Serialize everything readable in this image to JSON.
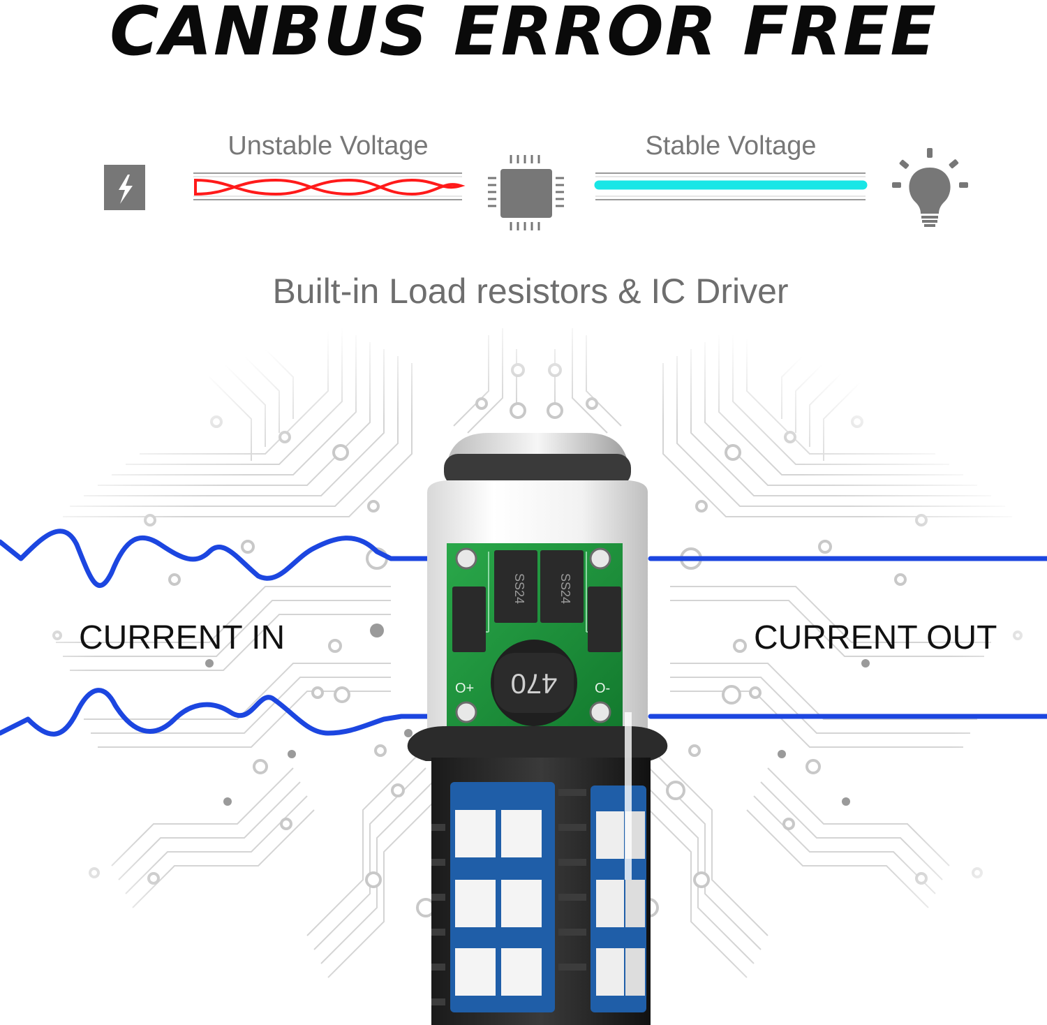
{
  "headline": "CANBUS ERROR FREE",
  "flow": {
    "unstable_label": "Unstable Voltage",
    "stable_label": "Stable Voltage",
    "unstable_color": "#ff1a1a",
    "stable_color": "#19e6e6",
    "icons": [
      "power-source-icon",
      "chip-icon",
      "light-bulb-icon"
    ]
  },
  "builtin_label": "Built-in Load resistors & IC Driver",
  "current_in_label": "CURRENT IN",
  "current_out_label": "CURRENT OUT",
  "board": {
    "diode_label": "SS24",
    "inductor_label": "470",
    "pad_plus": "O+",
    "pad_minus": "O-"
  },
  "wire_color": "#1c46e0"
}
